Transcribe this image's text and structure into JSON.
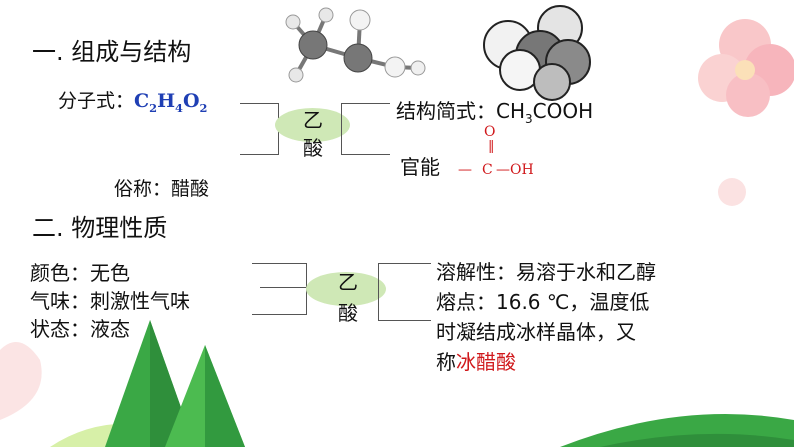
{
  "section1": {
    "title": "一. 组成与结构",
    "formula_label": "分子式：",
    "formula": {
      "c": "C",
      "c_n": "2",
      "h": "H",
      "h_n": "4",
      "o": "O",
      "o_n": "2"
    },
    "center_top": "乙",
    "center_bottom": "酸",
    "structural_label": "结构简式：",
    "structural": {
      "pre": "CH",
      "sub": "3",
      "post": "COOH"
    },
    "functional_label": "官能",
    "functional_group": {
      "o": "O",
      "dash": "—",
      "c": "C",
      "oh": "—OH"
    },
    "common_name": "俗称：醋酸"
  },
  "section2": {
    "title": "二. 物理性质",
    "left_lines": [
      "颜色：无色",
      "气味：刺激性气味",
      "状态：液态"
    ],
    "center_top": "乙",
    "center_bottom": "酸",
    "right_lines": [
      "溶解性：易溶于水和乙醇",
      "熔点：16.6 ℃，温度低",
      "时凝结成冰样晶体，又"
    ],
    "last_line_prefix": "称",
    "last_line_highlight": "冰醋酸"
  },
  "colors": {
    "formula_blue": "#1f3fb4",
    "highlight_red": "#d0181b",
    "ellipse_green": "#cfe8b6",
    "tree_green": "#3aa845"
  }
}
